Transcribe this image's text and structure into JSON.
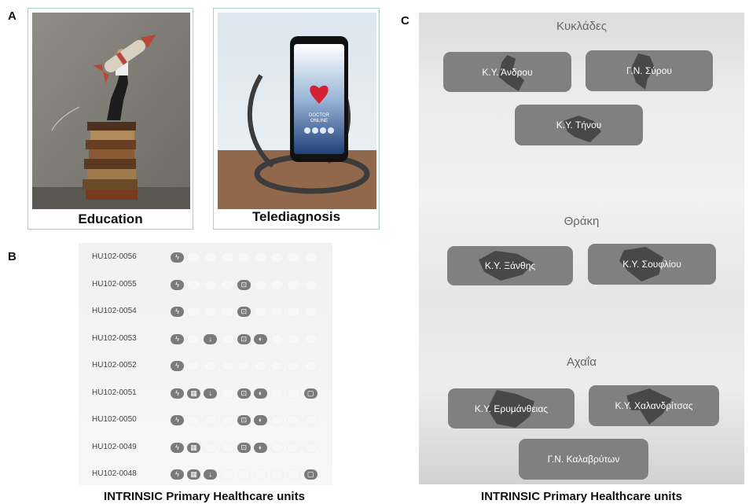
{
  "panel_a": {
    "letter": "A",
    "cards": [
      {
        "caption": "Education"
      },
      {
        "caption": "Telediagnosis",
        "phone_text_1": "DOCTOR",
        "phone_text_2": "ONLINE"
      }
    ]
  },
  "panel_b": {
    "letter": "B",
    "rows": [
      {
        "id": "HU102-0056",
        "icons": [
          1,
          0,
          0,
          0,
          0,
          0,
          0,
          0,
          0
        ]
      },
      {
        "id": "HU102-0055",
        "icons": [
          1,
          0,
          0,
          0,
          1,
          0,
          0,
          0,
          0
        ]
      },
      {
        "id": "HU102-0054",
        "icons": [
          1,
          0,
          0,
          0,
          1,
          0,
          0,
          0,
          0
        ]
      },
      {
        "id": "HU102-0053",
        "icons": [
          1,
          0,
          1,
          0,
          1,
          1,
          0,
          0,
          0
        ]
      },
      {
        "id": "HU102-0052",
        "icons": [
          1,
          0,
          0,
          0,
          0,
          0,
          0,
          0,
          0
        ]
      },
      {
        "id": "HU102-0051",
        "icons": [
          1,
          1,
          1,
          0,
          1,
          1,
          0,
          0,
          1
        ]
      },
      {
        "id": "HU102-0050",
        "icons": [
          1,
          0,
          0,
          0,
          1,
          1,
          0,
          0,
          0
        ]
      },
      {
        "id": "HU102-0049",
        "icons": [
          1,
          1,
          0,
          0,
          1,
          1,
          0,
          0,
          0
        ]
      },
      {
        "id": "HU102-0048",
        "icons": [
          1,
          1,
          1,
          0,
          0,
          0,
          0,
          0,
          1
        ]
      }
    ],
    "icon_glyphs": [
      "ϟ",
      "▦",
      "↓",
      "",
      "⊡",
      "◐",
      "",
      "",
      "▢"
    ],
    "caption": "INTRINSIC Primary Healthcare units"
  },
  "panel_c": {
    "letter": "C",
    "regions": [
      {
        "name": "Κυκλάδες",
        "units": [
          "Κ.Υ. Άνδρου",
          "Γ.Ν. Σύρου",
          "Κ.Υ. Τήνου"
        ]
      },
      {
        "name": "Θράκη",
        "units": [
          "Κ.Υ. Ξάνθης",
          "Κ.Υ. Σουφλίου"
        ]
      },
      {
        "name": "Αχαΐα",
        "units": [
          "Κ.Υ. Ερυμάνθειας",
          "Κ.Υ. Χαλανδρίτσας",
          "Γ.Ν. Καλαβρύτων"
        ]
      }
    ],
    "caption": "INTRINSIC Primary Healthcare units"
  }
}
